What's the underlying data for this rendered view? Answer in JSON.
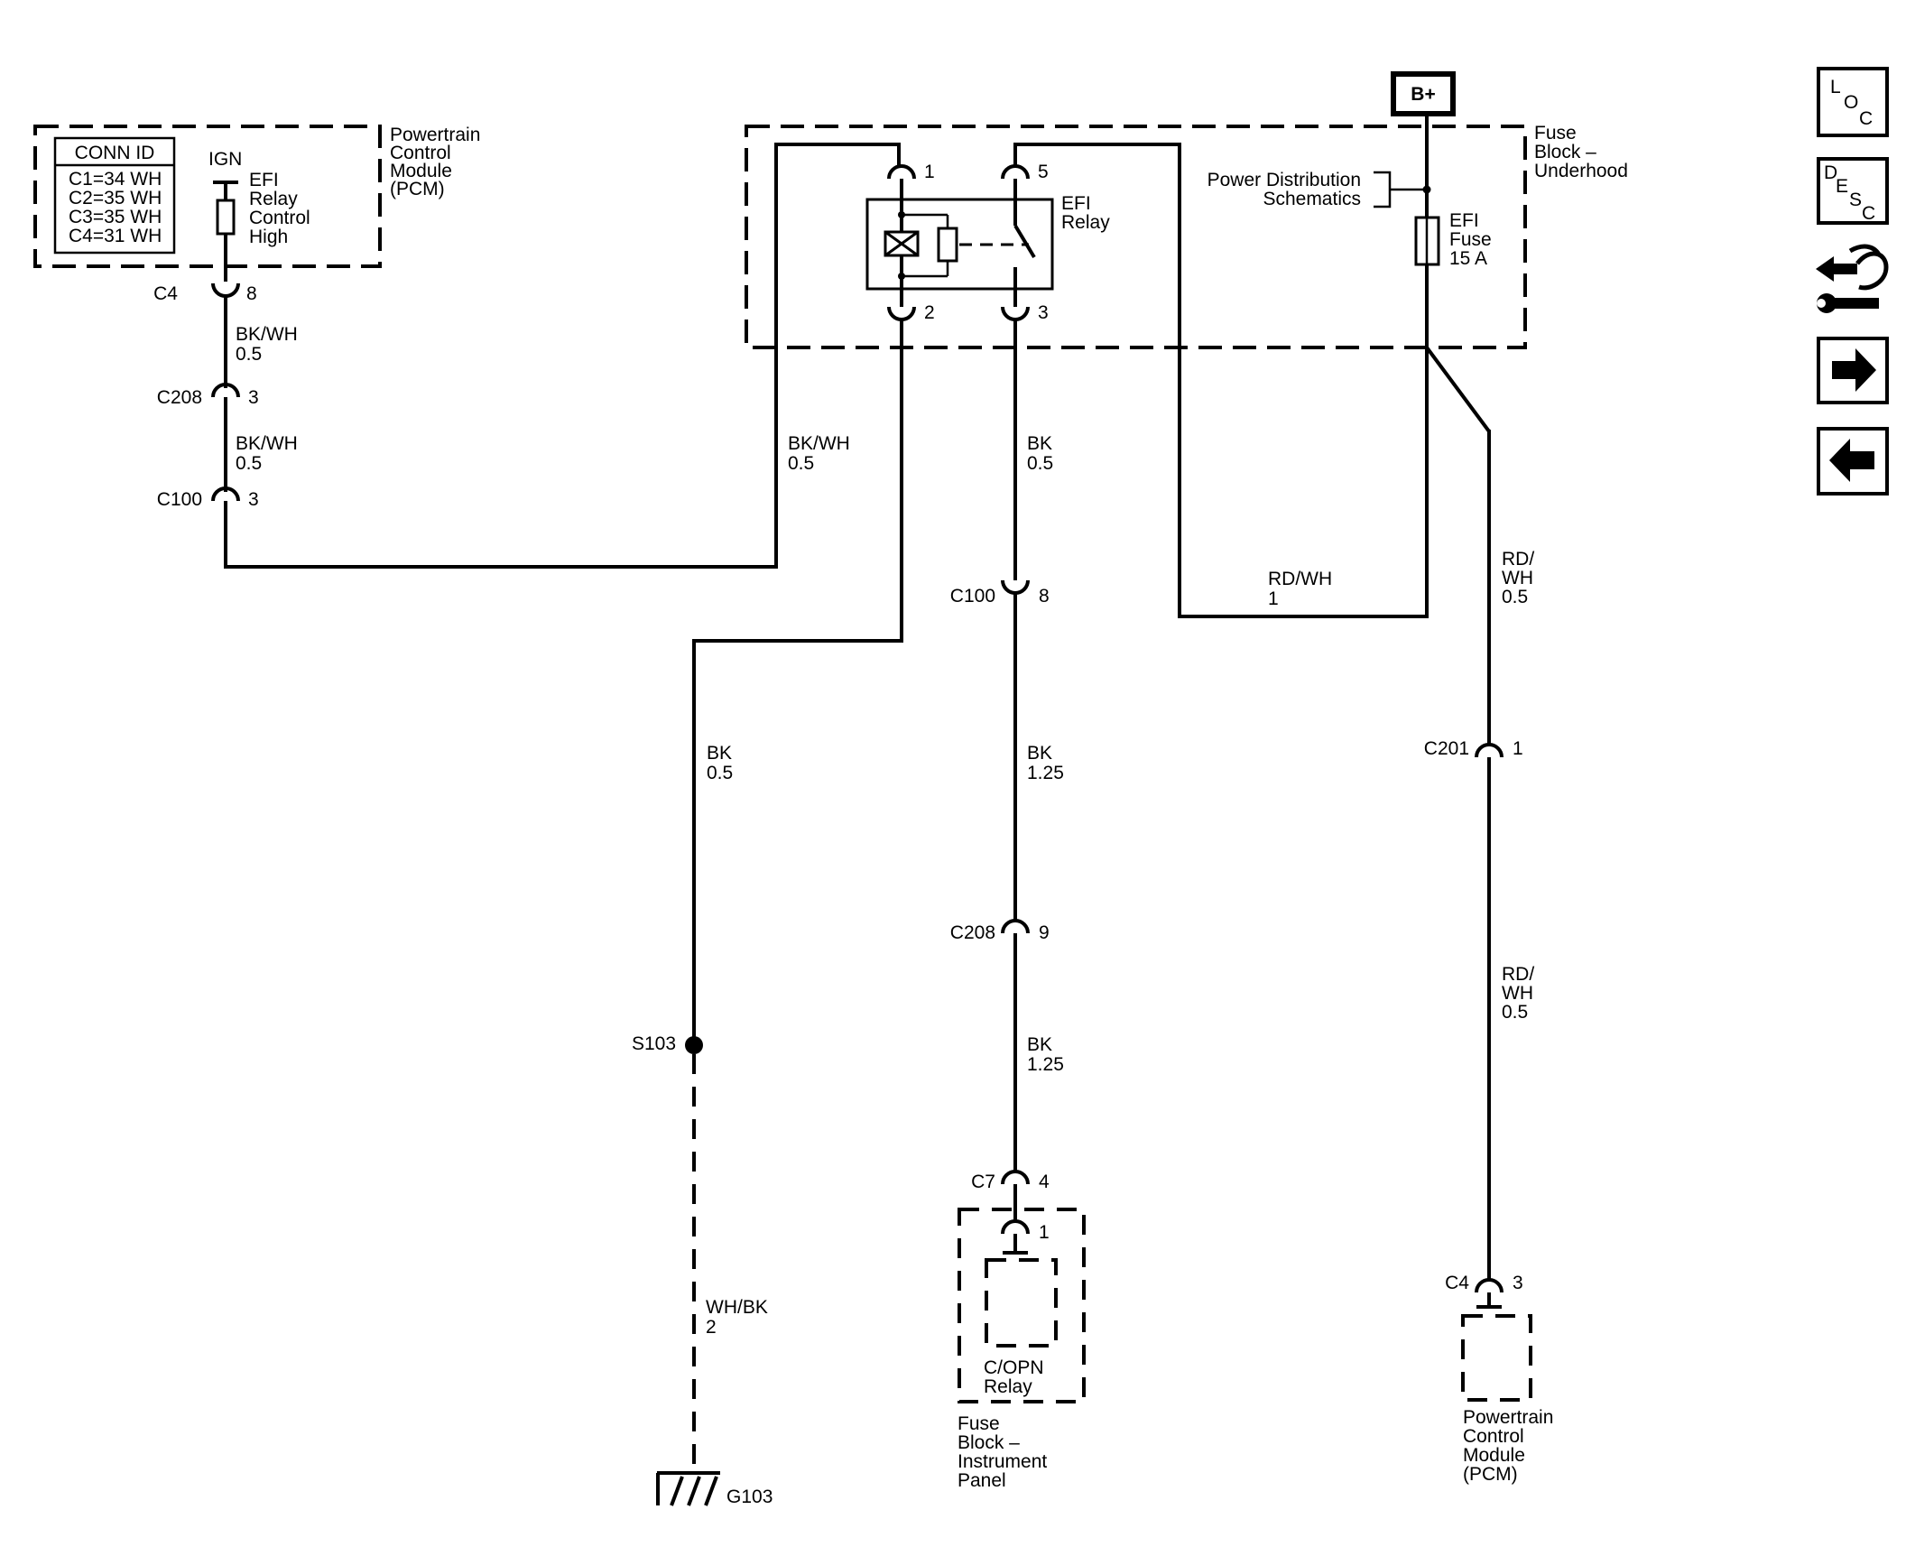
{
  "supply": {
    "b_plus": "B+"
  },
  "modules": {
    "pcm_top": [
      "Powertrain",
      "Control",
      "Module",
      "(PCM)"
    ],
    "fuse_block_underhood": [
      "Fuse",
      "Block –",
      "Underhood"
    ],
    "fuse_block_ip": [
      "Fuse",
      "Block –",
      "Instrument",
      "Panel"
    ],
    "pcm_bottom": [
      "Powertrain",
      "Control",
      "Module",
      "(PCM)"
    ]
  },
  "conn_id": {
    "title": "CONN ID",
    "rows": [
      "C1=34 WH",
      "C2=35 WH",
      "C3=35 WH",
      "C4=31 WH"
    ]
  },
  "pcm_circuit": {
    "ign": "IGN",
    "desc": [
      "EFI",
      "Relay",
      "Control",
      "High"
    ]
  },
  "relay": {
    "name": [
      "EFI",
      "Relay"
    ],
    "pin1": "1",
    "pin2": "2",
    "pin3": "3",
    "pin5": "5"
  },
  "fuse": {
    "name": [
      "EFI",
      "Fuse",
      "15 A"
    ]
  },
  "power_dist": [
    "Power Distribution",
    "Schematics"
  ],
  "connectors": {
    "c4_top": {
      "name": "C4",
      "pin": "8"
    },
    "c208_left": {
      "name": "C208",
      "pin": "3"
    },
    "c100_left": {
      "name": "C100",
      "pin": "3"
    },
    "c100_mid": {
      "name": "C100",
      "pin": "8"
    },
    "c208_mid": {
      "name": "C208",
      "pin": "9"
    },
    "c7": {
      "name": "C7",
      "pin": "4"
    },
    "copn_pin": {
      "pin": "1"
    },
    "c201": {
      "name": "C201",
      "pin": "1"
    },
    "c4_bottom": {
      "name": "C4",
      "pin": "3"
    }
  },
  "wires": {
    "w1": [
      "BK/WH",
      "0.5"
    ],
    "w2": [
      "BK/WH",
      "0.5"
    ],
    "w3": [
      "BK/WH",
      "0.5"
    ],
    "w4": [
      "BK",
      "0.5"
    ],
    "w5": [
      "BK",
      "0.5"
    ],
    "w6": [
      "BK",
      "1.25"
    ],
    "w7": [
      "BK",
      "1.25"
    ],
    "w8": [
      "RD/WH",
      "1"
    ],
    "w9": [
      "RD/",
      "WH",
      "0.5"
    ],
    "w10": [
      "RD/",
      "WH",
      "0.5"
    ],
    "w11": [
      "WH/BK",
      "2"
    ]
  },
  "splice": {
    "name": "S103"
  },
  "ground": {
    "name": "G103"
  },
  "copn_relay": [
    "C/OPN",
    "Relay"
  ],
  "nav": {
    "loc": [
      "L",
      "O",
      "C"
    ],
    "desc": [
      "D",
      "E",
      "S",
      "C"
    ],
    "icons": [
      "loc-icon",
      "desc-icon",
      "connector-wrench-icon",
      "arrow-right-icon",
      "arrow-left-icon"
    ]
  }
}
